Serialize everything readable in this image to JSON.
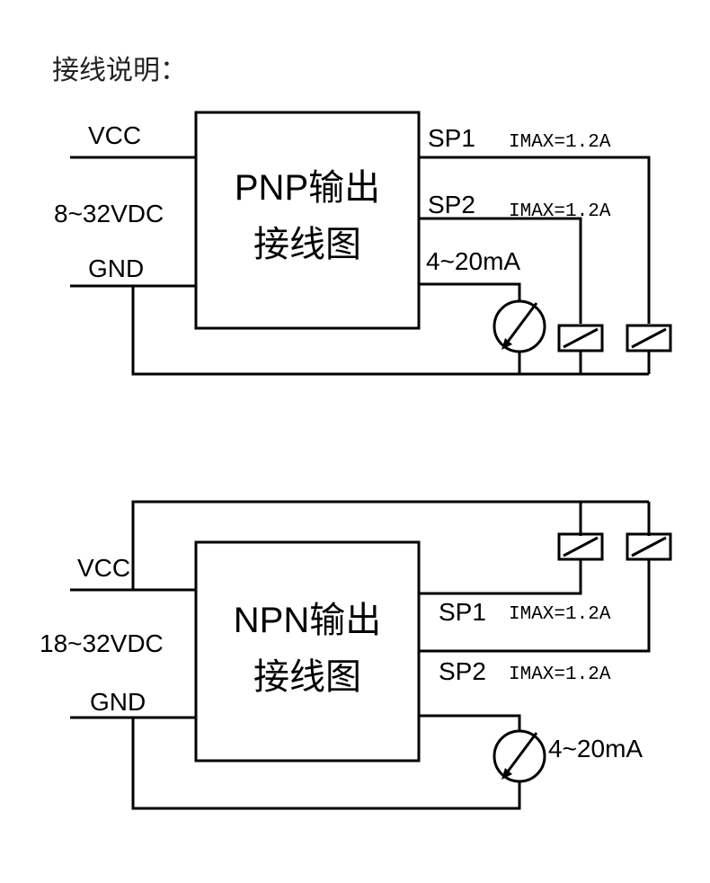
{
  "heading": "接线说明：",
  "pnp": {
    "title_line1": "PNP输出",
    "title_line2": "接线图",
    "vcc": "VCC",
    "supply": "8~32VDC",
    "gnd": "GND",
    "sp1": "SP1",
    "sp1_imax": "IMAX=1.2A",
    "sp2": "SP2",
    "sp2_imax": "IMAX=1.2A",
    "current_output": "4~20mA"
  },
  "npn": {
    "title_line1": "NPN输出",
    "title_line2": "接线图",
    "vcc": "VCC",
    "supply": "18~32VDC",
    "gnd": "GND",
    "sp1": "SP1",
    "sp1_imax": "IMAX=1.2A",
    "sp2": "SP2",
    "sp2_imax": "IMAX=1.2A",
    "current_output": "4~20mA"
  },
  "icons": {
    "meter": "current-meter-icon",
    "relay": "relay-coil-icon"
  },
  "colors": {
    "line": "#000000",
    "background": "#ffffff"
  }
}
